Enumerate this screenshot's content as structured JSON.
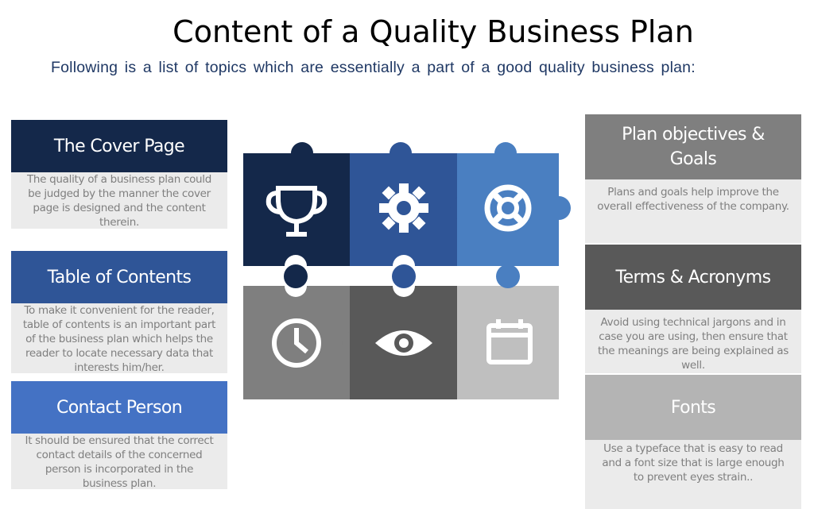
{
  "header": {
    "title": "Content of a Quality Business Plan",
    "subtitle": "Following is a list of topics which are essentially a part of a good quality business plan:"
  },
  "left_cards": [
    {
      "heading": "The Cover Page",
      "body": "The quality of a business plan could be judged by the manner the cover page is designed and the content therein.",
      "color": "#14284a"
    },
    {
      "heading": "Table of Contents",
      "body": "To make it convenient for the reader, table of contents is an important part of the business plan which helps the reader to locate necessary data that interests him/her.",
      "color": "#2f5597"
    },
    {
      "heading": "Contact Person",
      "body": "It should be ensured that the correct contact details of the concerned person is incorporated in the business plan.",
      "color": "#4472c4"
    }
  ],
  "right_cards": [
    {
      "heading": "Plan objectives & Goals",
      "body": "Plans and goals help improve the overall effectiveness of the company.",
      "color": "#7f7f7f"
    },
    {
      "heading": "Terms & Acronyms",
      "body": "Avoid using technical jargons and in case you are using, then ensure that the meanings are being explained as well.",
      "color": "#595959"
    },
    {
      "heading": "Fonts",
      "body": "Use a typeface that is easy to read and a font size that is large enough to prevent eyes strain..",
      "color": "#b4b4b4"
    }
  ],
  "puzzle": {
    "pieces": [
      {
        "icon": "trophy-icon",
        "color": "#14284a"
      },
      {
        "icon": "gear-icon",
        "color": "#2f5597"
      },
      {
        "icon": "lifebuoy-icon",
        "color": "#4a7fc1"
      },
      {
        "icon": "clock-icon",
        "color": "#7f7f7f"
      },
      {
        "icon": "eye-icon",
        "color": "#595959"
      },
      {
        "icon": "calendar-icon",
        "color": "#bfbfbf"
      }
    ]
  }
}
